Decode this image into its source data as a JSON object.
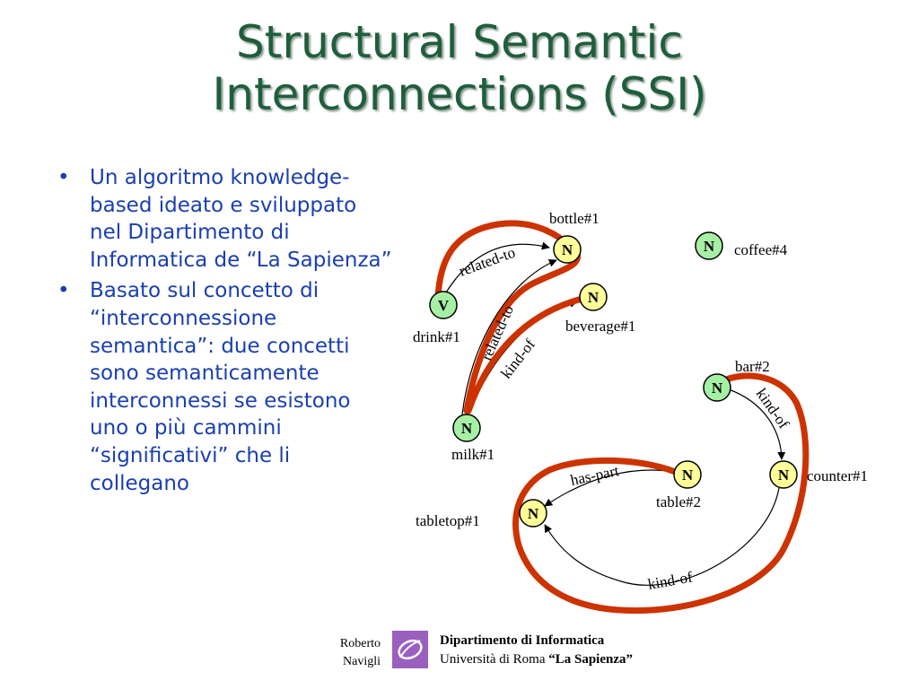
{
  "title": {
    "line1": "Structural Semantic",
    "line2": "Interconnections (SSI)"
  },
  "bullets": [
    "Un algoritmo knowledge-based ideato e sviluppato nel Dipartimento di Informatica de “La Sapienza”",
    "Basato sul concetto di “interconnessione semantica”: due concetti sono semanticamente interconnessi se esistono uno o più cammini “significativi” che li collegano"
  ],
  "diagram": {
    "nodes": {
      "bottle": {
        "letter": "N",
        "label": "bottle#1"
      },
      "coffee": {
        "letter": "N",
        "label": "coffee#4"
      },
      "drink": {
        "letter": "V",
        "label": "drink#1"
      },
      "beverage": {
        "letter": "N",
        "label": "beverage#1"
      },
      "milk": {
        "letter": "N",
        "label": "milk#1"
      },
      "bar": {
        "letter": "N",
        "label": "bar#2"
      },
      "table": {
        "letter": "N",
        "label": "table#2"
      },
      "counter": {
        "letter": "N",
        "label": "counter#1"
      },
      "tabletop": {
        "letter": "N",
        "label": "tabletop#1"
      }
    },
    "edges": {
      "drink_bottle": "related-to",
      "milk_bottle": "related-to",
      "milk_beverage": "kind-of",
      "bar_counter": "kind-of",
      "table_tabletop": "has-part",
      "counter_tabletop": "kind-of"
    },
    "colors": {
      "green_node": "#a6f0a6",
      "yellow_node": "#ffff99",
      "highlight": "#cc3300"
    }
  },
  "footer": {
    "author_line1": "Roberto",
    "author_line2": "Navigli",
    "dept": "Dipartimento di Informatica",
    "univ": "Università di Roma ",
    "univ_bold": "“La Sapienza”"
  }
}
